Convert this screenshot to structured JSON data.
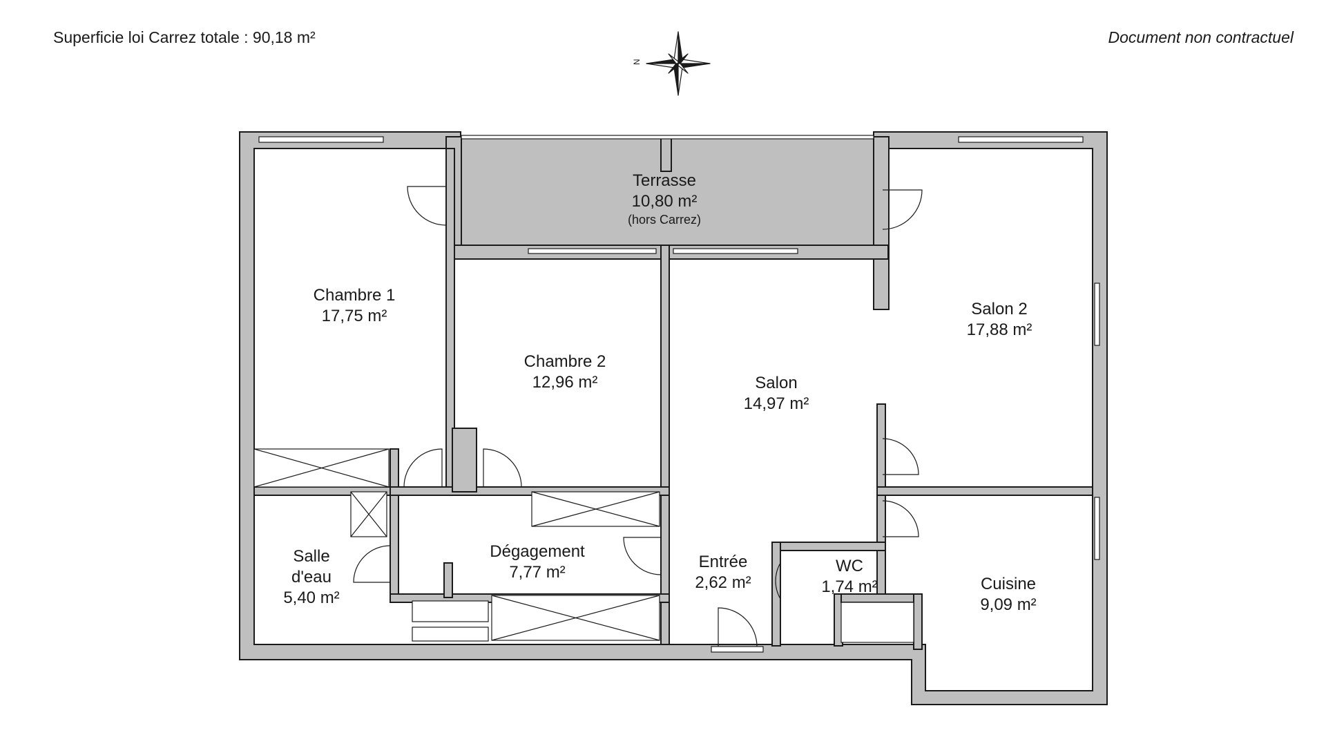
{
  "header": {
    "total_area": "Superficie loi Carrez totale :  90,18 m²",
    "disclaimer": "Document non contractuel"
  },
  "compass": {
    "north_letter": "N"
  },
  "colors": {
    "wall": "#bfbfbf",
    "line": "#1a1a1a",
    "background": "#ffffff"
  },
  "rooms": {
    "terrasse": {
      "name": "Terrasse",
      "area": "10,80 m²",
      "note": "(hors Carrez)"
    },
    "chambre1": {
      "name": "Chambre 1",
      "area": "17,75 m²"
    },
    "chambre2": {
      "name": "Chambre 2",
      "area": "12,96 m²"
    },
    "salon": {
      "name": "Salon",
      "area": "14,97 m²"
    },
    "salon2": {
      "name": "Salon 2",
      "area": "17,88 m²"
    },
    "salle_eau": {
      "name_line1": "Salle",
      "name_line2": "d'eau",
      "area": "5,40 m²"
    },
    "degagement": {
      "name": "Dégagement",
      "area": "7,77 m²"
    },
    "entree": {
      "name": "Entrée",
      "area": "2,62 m²"
    },
    "wc": {
      "name": "WC",
      "area": "1,74 m²"
    },
    "cuisine": {
      "name": "Cuisine",
      "area": "9,09 m²"
    }
  }
}
